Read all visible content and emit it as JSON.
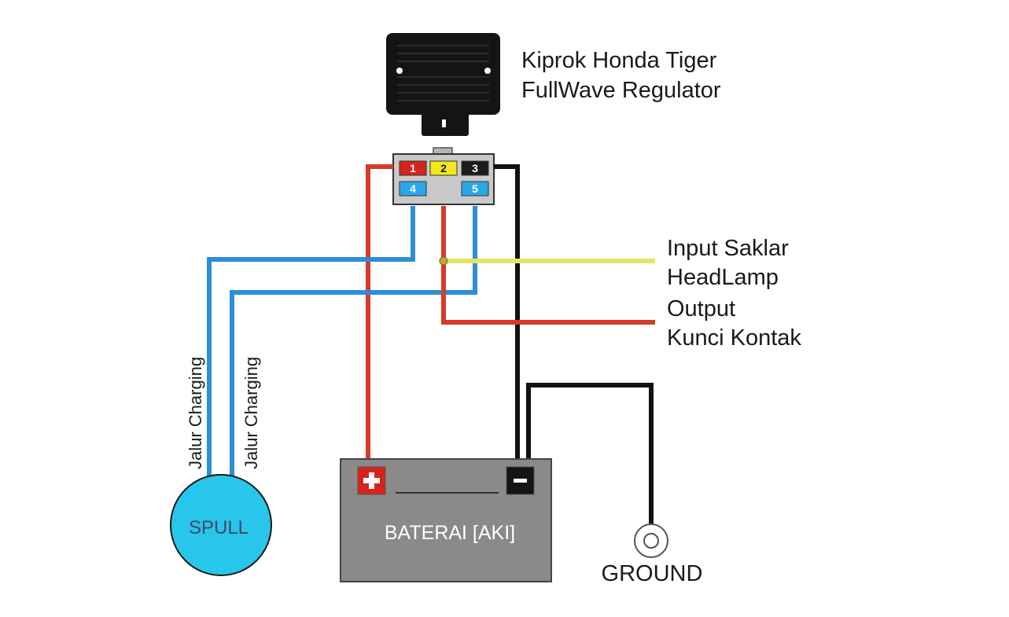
{
  "regulator": {
    "title_line1": "Kiprok Honda Tiger",
    "title_line2": "FullWave Regulator"
  },
  "connector": {
    "pins": [
      {
        "label": "1",
        "color": "#d8231d",
        "text_color": "#ffffff"
      },
      {
        "label": "2",
        "color": "#f2e81c",
        "text_color": "#1a1a1a"
      },
      {
        "label": "3",
        "color": "#1c1c1c",
        "text_color": "#ffffff"
      },
      {
        "label": "4",
        "color": "#2aa7e6",
        "text_color": "#ffffff"
      },
      {
        "label": "5",
        "color": "#2aa7e6",
        "text_color": "#ffffff"
      }
    ]
  },
  "labels": {
    "input_line1": "Input Saklar",
    "input_line2": "HeadLamp",
    "output_line1": "Output",
    "output_line2": "Kunci Kontak",
    "charging_1": "Jalur Charging",
    "charging_2": "Jalur Charging",
    "spull": "SPULL",
    "battery": "BATERAI [AKI]",
    "ground": "GROUND"
  },
  "colors": {
    "red_wire": "#d63a2a",
    "blue_wire": "#2c8fd6",
    "yellow_wire": "#e4e46a",
    "black_wire": "#111111",
    "spull_fill": "#27c6ea",
    "battery_fill": "#8a8a8a",
    "regulator_body": "#141414"
  }
}
